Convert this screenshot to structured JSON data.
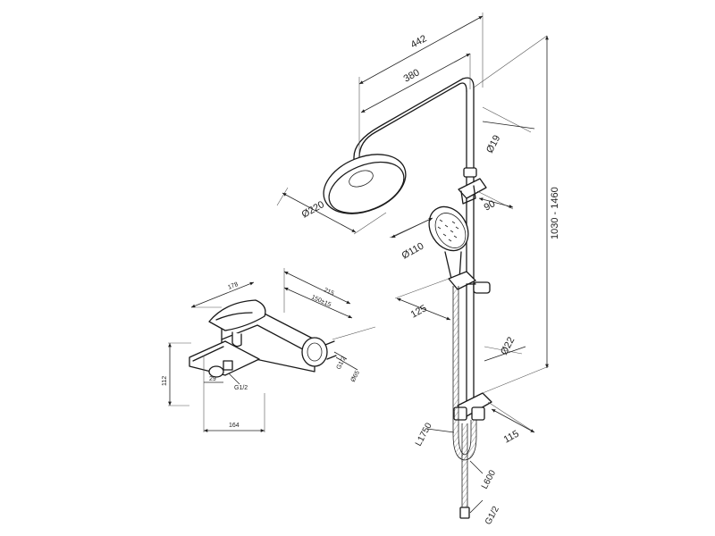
{
  "dimensions": {
    "arm_total": "442",
    "arm_reach": "380",
    "rail_diameter": "Ø19",
    "head_diameter": "Ø220",
    "slider_offset": "90",
    "hand_shower_diameter": "Ø110",
    "rail_height": "1030 - 1460",
    "holder_offset": "125",
    "holder_diameter": "Ø22",
    "base_holder_offset": "115",
    "hose_length": "L1750",
    "lower_length": "L600",
    "outlet_thread": "G1/2",
    "mixer_depth": "178",
    "mixer_width_total": "215",
    "mixer_centres": "150±15",
    "mixer_height": "112",
    "spout_width": "164",
    "spout_offset": "29",
    "inlet_thread_left": "G1/2",
    "inlet_thread_right": "G1/2",
    "flange_diameter": "Ø65"
  }
}
